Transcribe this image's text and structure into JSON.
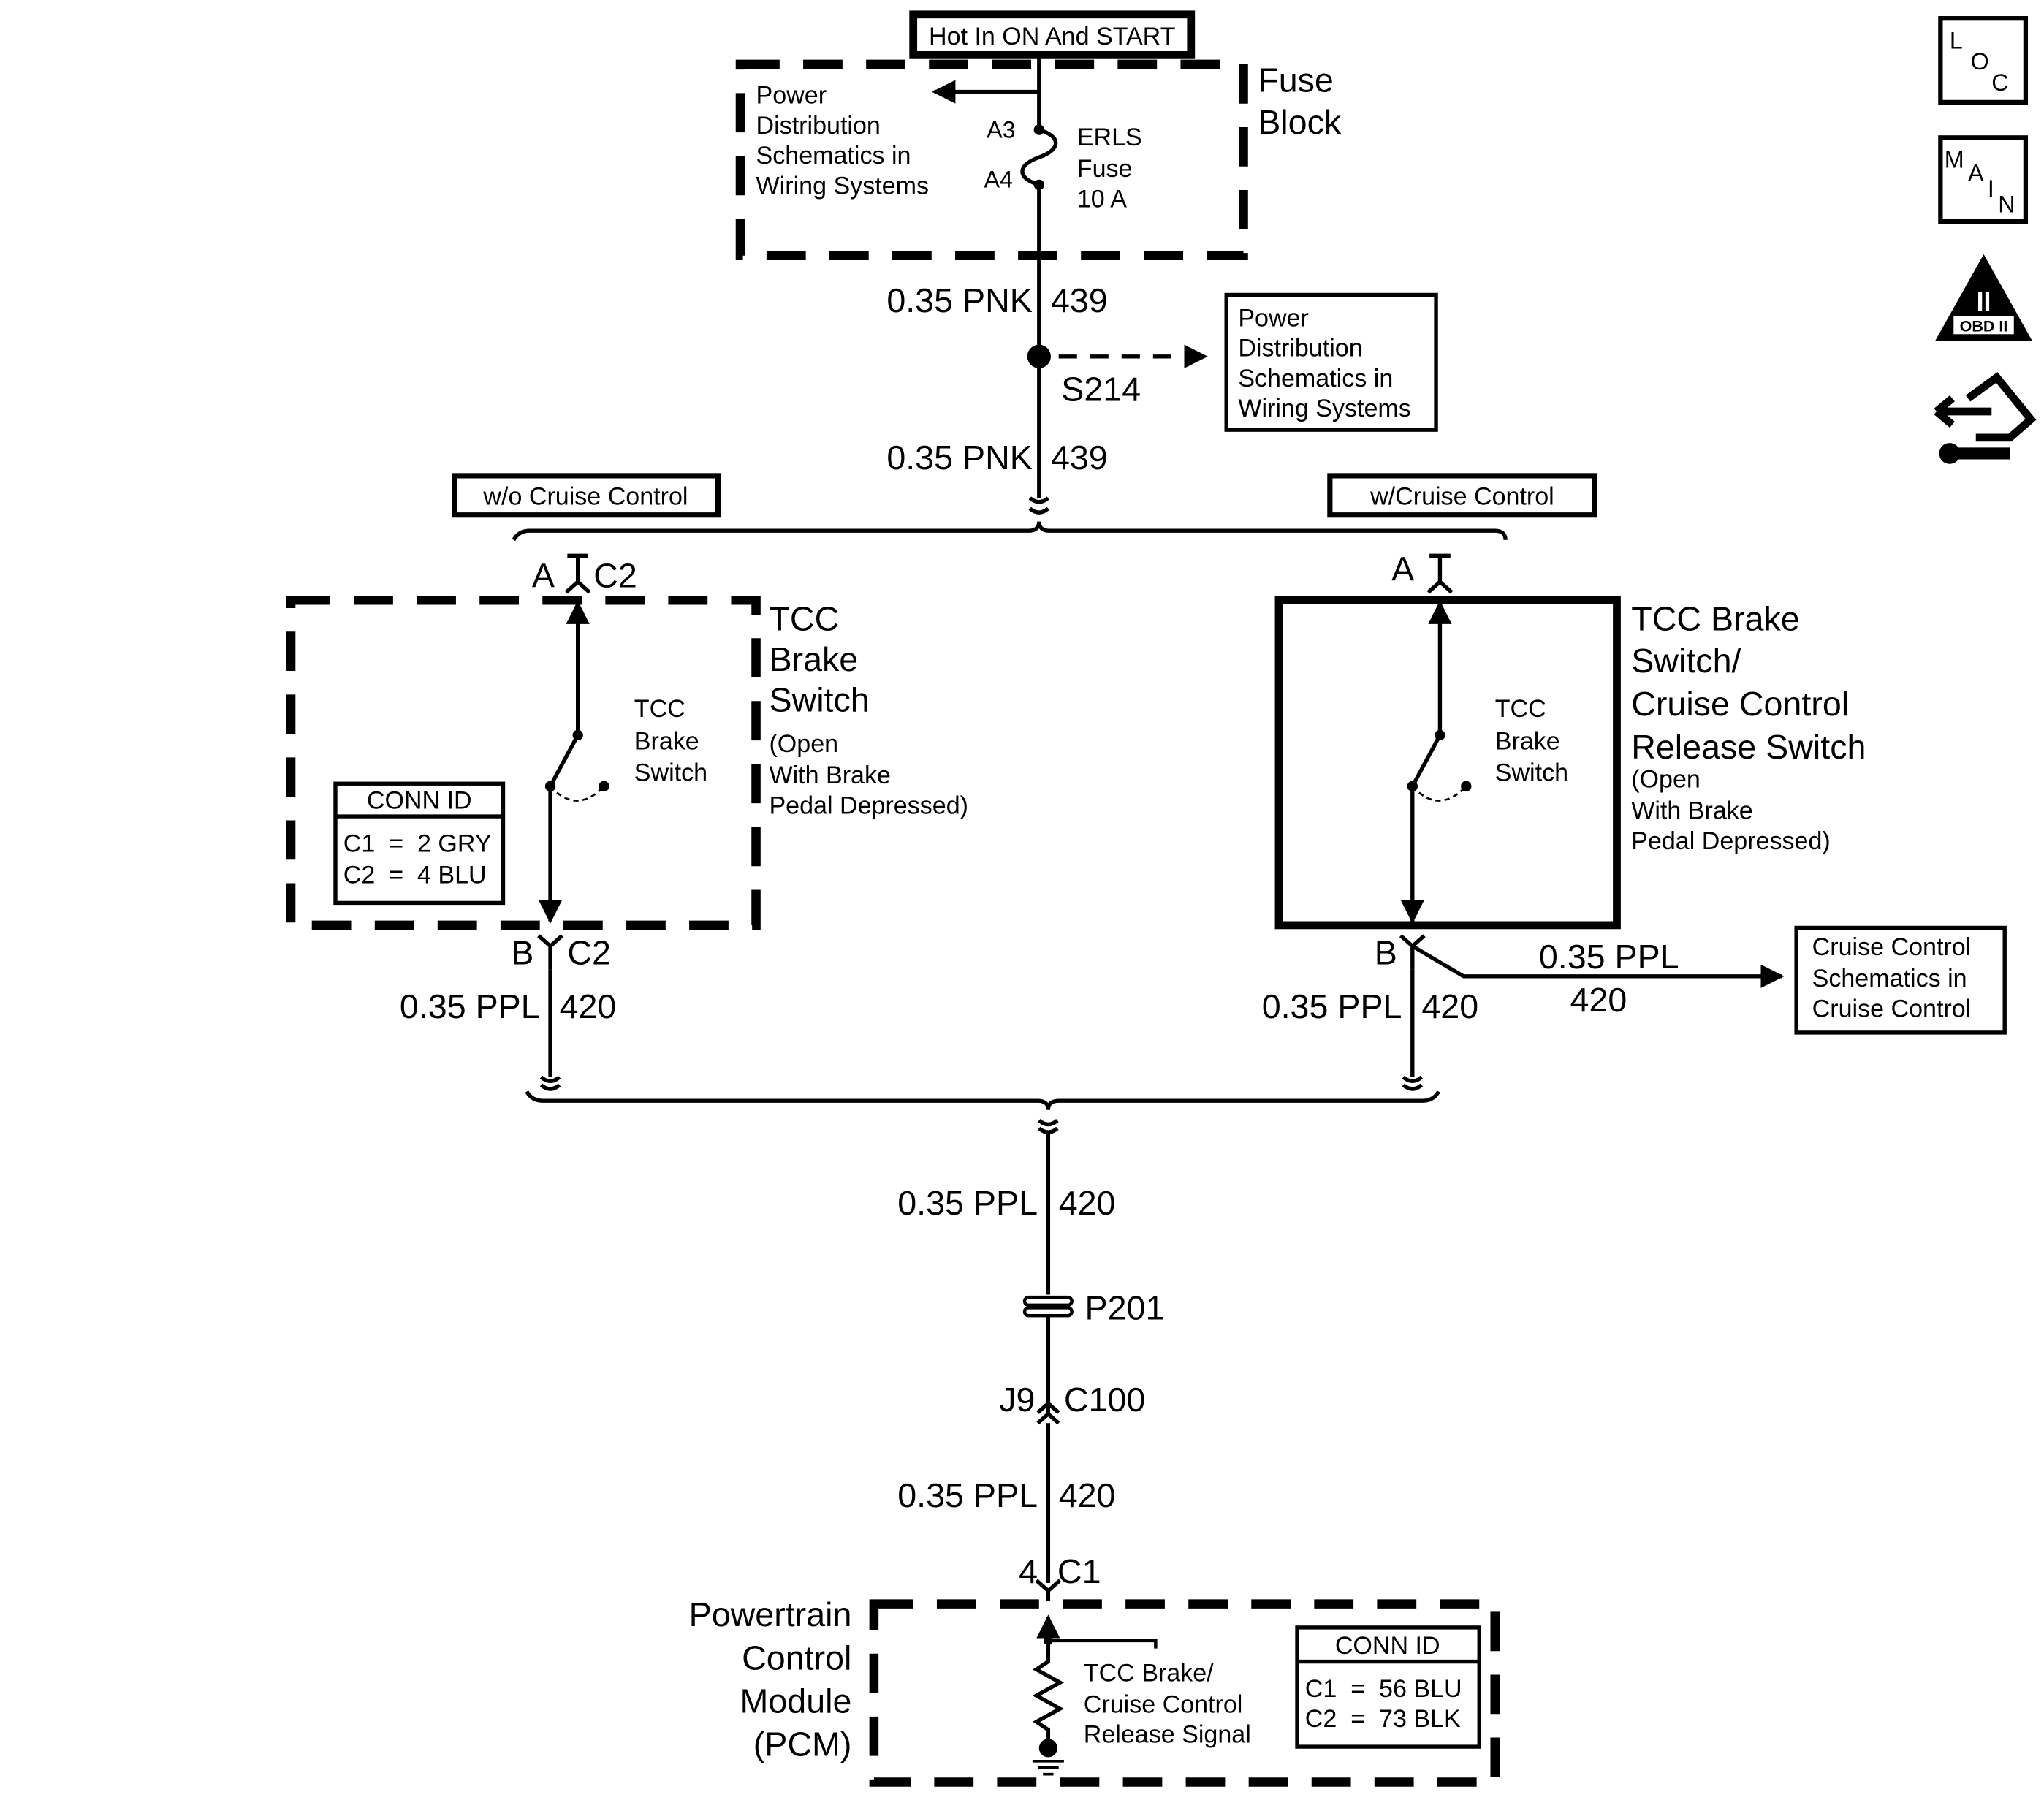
{
  "header": {
    "power_label": "Hot In ON And START"
  },
  "fuse_block": {
    "title_lines": [
      "Fuse",
      "Block"
    ],
    "ref_lines": [
      "Power",
      "Distribution",
      "Schematics in",
      "Wiring Systems"
    ],
    "pin_top": "A3",
    "pin_bottom": "A4",
    "fuse_lines": [
      "ERLS",
      "Fuse",
      "10 A"
    ]
  },
  "wires": {
    "w439_a": {
      "gauge": "0.35 PNK",
      "circuit": "439"
    },
    "w439_b": {
      "gauge": "0.35 PNK",
      "circuit": "439"
    },
    "w420_left": {
      "gauge": "0.35 PPL",
      "circuit": "420"
    },
    "w420_right": {
      "gauge": "0.35 PPL",
      "circuit": "420"
    },
    "w420_cruise": {
      "gauge": "0.35 PPL",
      "circuit": "420"
    },
    "w420_mid": {
      "gauge": "0.35 PPL",
      "circuit": "420"
    },
    "w420_low": {
      "gauge": "0.35 PPL",
      "circuit": "420"
    }
  },
  "splice": {
    "label": "S214",
    "ref_lines": [
      "Power",
      "Distribution",
      "Schematics in",
      "Wiring Systems"
    ]
  },
  "options": {
    "left": "w/o Cruise Control",
    "right": "w/Cruise Control"
  },
  "left_switch": {
    "pin_top": "A",
    "conn_top": "C2",
    "pin_bottom": "B",
    "conn_bottom": "C2",
    "title_lines": [
      "TCC",
      "Brake",
      "Switch"
    ],
    "note_lines": [
      "(Open",
      "With Brake",
      "Pedal Depressed)"
    ],
    "inner_lines": [
      "TCC",
      "Brake",
      "Switch"
    ],
    "conn_id": {
      "title": "CONN ID",
      "rows": [
        "C1  =  2 GRY",
        "C2  =  4 BLU"
      ]
    }
  },
  "right_switch": {
    "pin_top": "A",
    "pin_bottom": "B",
    "title_lines": [
      "TCC Brake",
      "Switch/",
      "Cruise Control",
      "Release Switch"
    ],
    "note_lines": [
      "(Open",
      "With Brake",
      "Pedal Depressed)"
    ],
    "inner_lines": [
      "TCC",
      "Brake",
      "Switch"
    ]
  },
  "cruise_ref": {
    "lines": [
      "Cruise Control",
      "Schematics in",
      "Cruise Control"
    ]
  },
  "passthrough": {
    "label": "P201"
  },
  "connector_c100": {
    "pin": "J9",
    "conn": "C100"
  },
  "pcm_connector": {
    "pin": "4",
    "conn": "C1"
  },
  "pcm": {
    "title_lines": [
      "Powertrain",
      "Control",
      "Module",
      "(PCM)"
    ],
    "signal_lines": [
      "TCC Brake/",
      "Cruise Control",
      "Release Signal"
    ],
    "conn_id": {
      "title": "CONN ID",
      "rows": [
        "C1  =  56 BLU",
        "C2  =  73 BLK"
      ]
    }
  },
  "side_icons": [
    {
      "name": "loc-icon",
      "letters": [
        "L",
        "O",
        "C"
      ]
    },
    {
      "name": "main-icon",
      "letters": [
        "M",
        "A",
        "I",
        "N"
      ]
    },
    {
      "name": "obd-icon",
      "numeral": "II",
      "caption": "OBD II"
    },
    {
      "name": "repair-icon"
    }
  ]
}
